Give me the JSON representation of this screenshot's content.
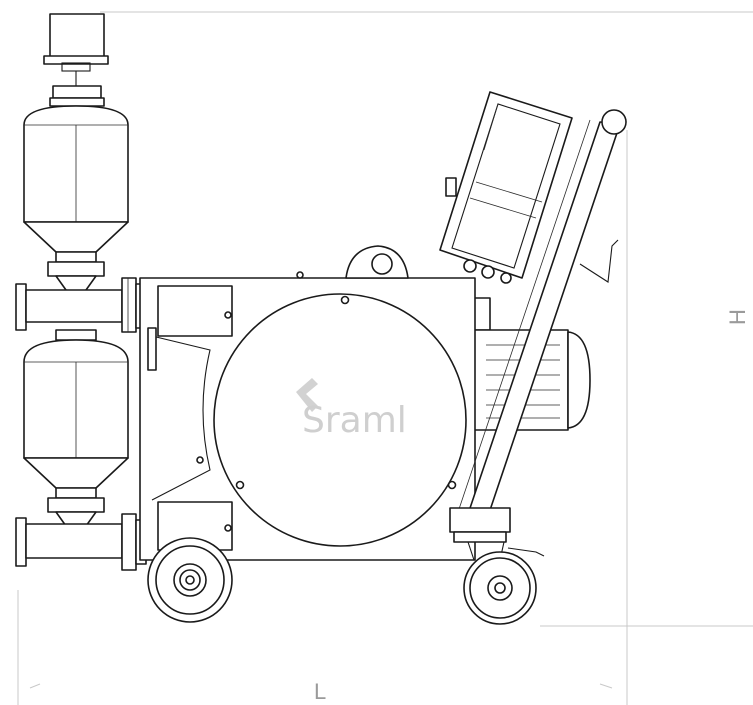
{
  "logo": {
    "text": "Sraml",
    "color": "#cfcfcf"
  },
  "dimensions": {
    "length_label": "L",
    "height_label": "H"
  },
  "colors": {
    "line": "#1a1a1a",
    "dimension": "#c9c9c9"
  }
}
